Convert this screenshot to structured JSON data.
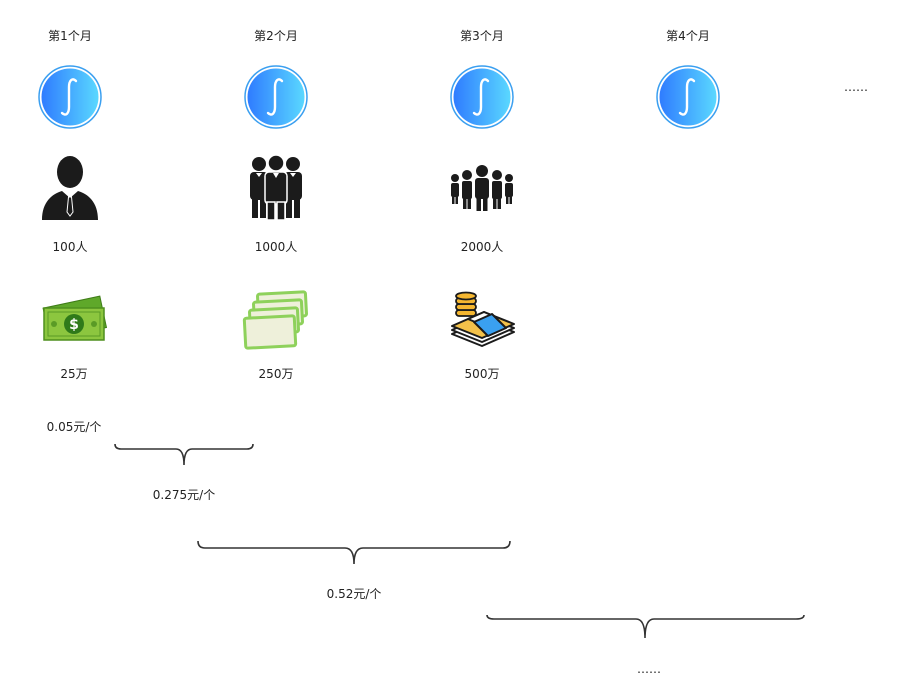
{
  "months": [
    {
      "label": "第1个月",
      "users": "100人",
      "revenue": "25万"
    },
    {
      "label": "第2个月",
      "users": "1000人",
      "revenue": "250万"
    },
    {
      "label": "第3个月",
      "users": "2000人",
      "revenue": "500万"
    },
    {
      "label": "第4个月"
    }
  ],
  "more_months": "……",
  "prices": [
    "0.05元/个",
    "0.275元/个",
    "0.52元/个",
    "……"
  ],
  "colors": {
    "logo_start": "#2a8bff",
    "logo_end": "#56d8ff",
    "cash_green": "#7cc242",
    "coin_gold": "#f5b731",
    "band_blue": "#3aa0f0"
  }
}
